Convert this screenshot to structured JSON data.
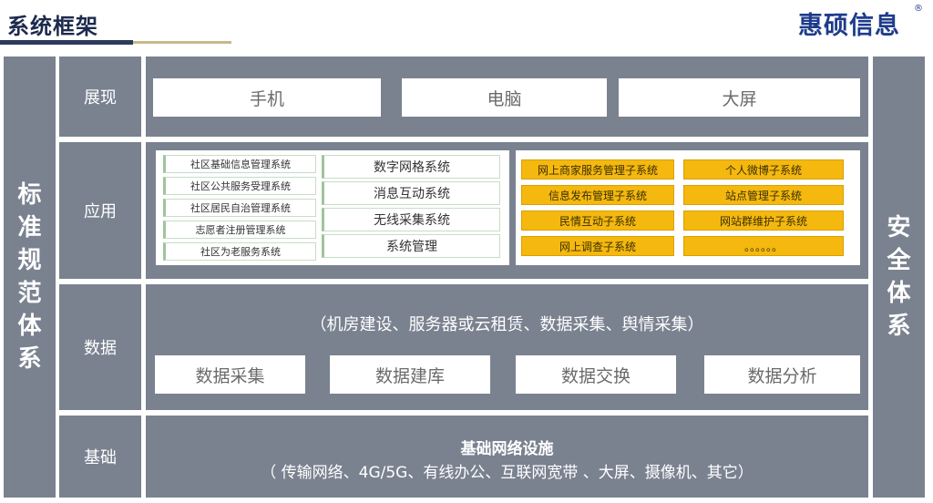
{
  "header": {
    "title": "系统框架",
    "logo": "惠硕信息",
    "registered": "®"
  },
  "left_pillar": {
    "label": "标准规范体系"
  },
  "right_pillar": {
    "label": "安全体系"
  },
  "rows": {
    "display": {
      "label": "展现",
      "items": [
        "手机",
        "电脑",
        "大屏"
      ]
    },
    "application": {
      "label": "应用",
      "green_small": [
        "社区基础信息管理系统",
        "社区公共服务受理系统",
        "社区居民自治管理系统",
        "志愿者注册管理系统",
        "社区为老服务系统"
      ],
      "green_large": [
        "数字网格系统",
        "消息互动系统",
        "无线采集系统",
        "系统管理"
      ],
      "yellow_left": [
        "网上商家服务管理子系统",
        "信息发布管理子系统",
        "民情互动子系统",
        "网上调查子系统"
      ],
      "yellow_right": [
        "个人微博子系统",
        "站点管理子系统",
        "网站群维护子系统",
        "。。。。。。"
      ]
    },
    "data": {
      "label": "数据",
      "subtitle": "（机房建设、服务器或云租赁、数据采集、舆情采集）",
      "items": [
        "数据采集",
        "数据建库",
        "数据交换",
        "数据分析"
      ]
    },
    "base": {
      "label": "基础",
      "title": "基础网络设施",
      "subtitle": "（ 传输网络、4G/5G、有线办公、互联网宽带 、大屏、摄像机、其它）"
    }
  },
  "colors": {
    "slate": "#7a8290",
    "yellow": "#f5b80f",
    "green_border": "#9ec49e",
    "title_navy": "#1d2a4d",
    "logo_blue": "#1e3c8c"
  }
}
